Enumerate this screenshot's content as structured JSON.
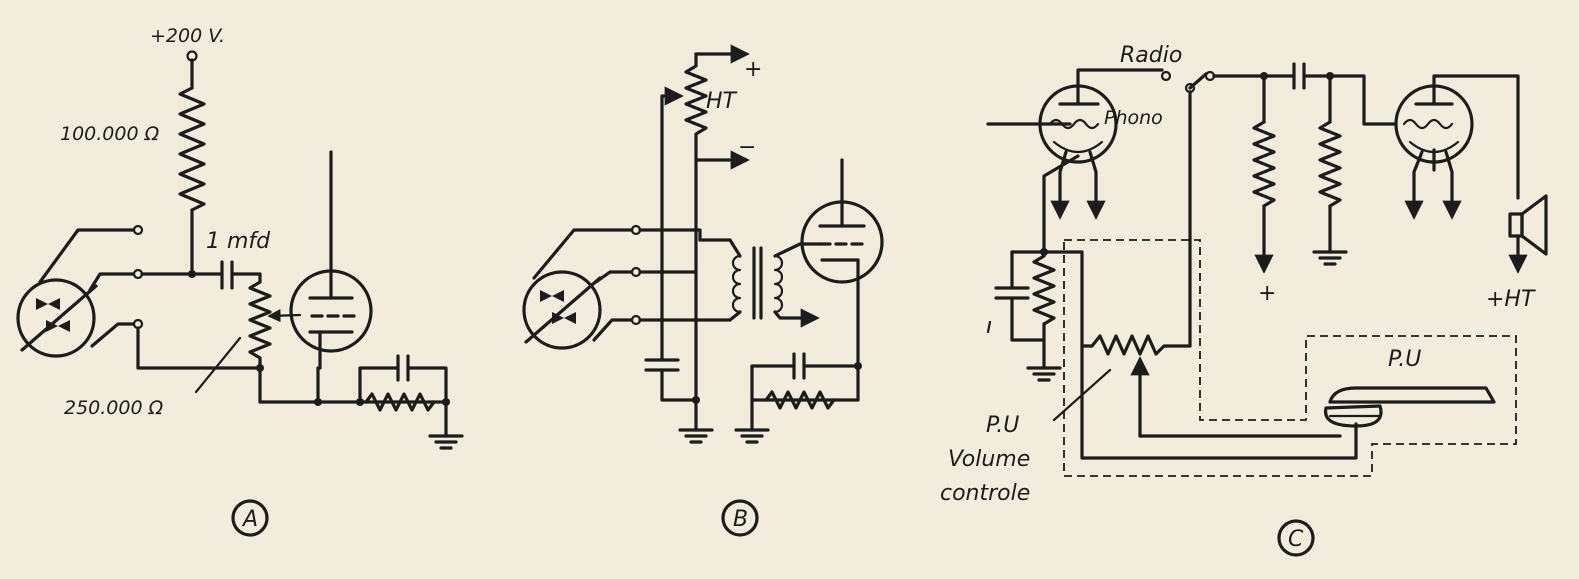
{
  "diagram_a": {
    "supply_label": "+200 V.",
    "resistor_top_label": "100.000 Ω",
    "capacitor_label": "1 mfd",
    "potentiometer_label": "250.000 Ω",
    "caption": "A"
  },
  "diagram_b": {
    "ht_plus_label": "+",
    "ht_label": "HT",
    "ht_minus_label": "−",
    "caption": "B"
  },
  "diagram_c": {
    "radio_label": "Radio",
    "phono_label": "Phono",
    "plus_label": "+",
    "plus_ht_label": "+HT",
    "pickup_label": "P.U",
    "volume_label_line1": "P.U",
    "volume_label_line2": "Volume",
    "volume_label_line3": "controle",
    "caption": "C"
  }
}
